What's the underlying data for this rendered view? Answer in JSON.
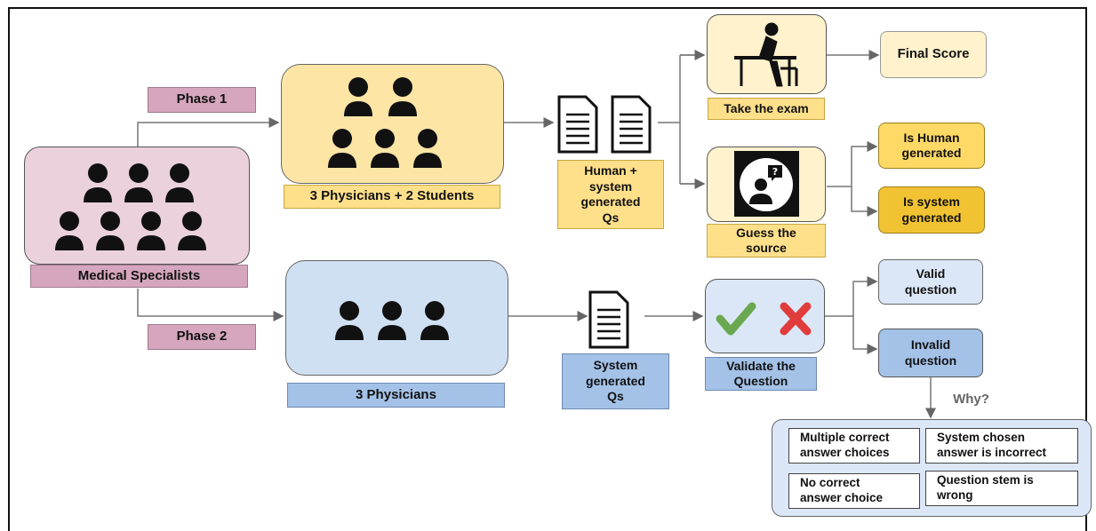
{
  "diagram": {
    "phase1_label": "Phase 1",
    "phase2_label": "Phase 2",
    "medical_specialists": "Medical Specialists",
    "phase1_group": "3 Physicians + 2 Students",
    "phase2_group": "3 Physicians",
    "human_system_qs": "Human +\nsystem\ngenerated\nQs",
    "system_qs": "System\ngenerated\nQs",
    "take_exam": "Take the exam",
    "final_score": "Final Score",
    "guess_source": "Guess the\nsource",
    "is_human": "Is Human\ngenerated",
    "is_system": "Is system\ngenerated",
    "validate_question": "Validate the\nQuestion",
    "valid_question": "Valid\nquestion",
    "invalid_question": "Invalid\nquestion",
    "why": "Why?",
    "reasons": [
      "Multiple correct\nanswer choices",
      "System chosen\nanswer is incorrect",
      "No correct\nanswer choice",
      "Question stem is\nwrong"
    ]
  },
  "colors": {
    "pink": "#d5a6bd",
    "yellow": "#fce5a5",
    "blue": "#d0e0f3",
    "check": "#6aa84f",
    "cross": "#e03c3c"
  }
}
